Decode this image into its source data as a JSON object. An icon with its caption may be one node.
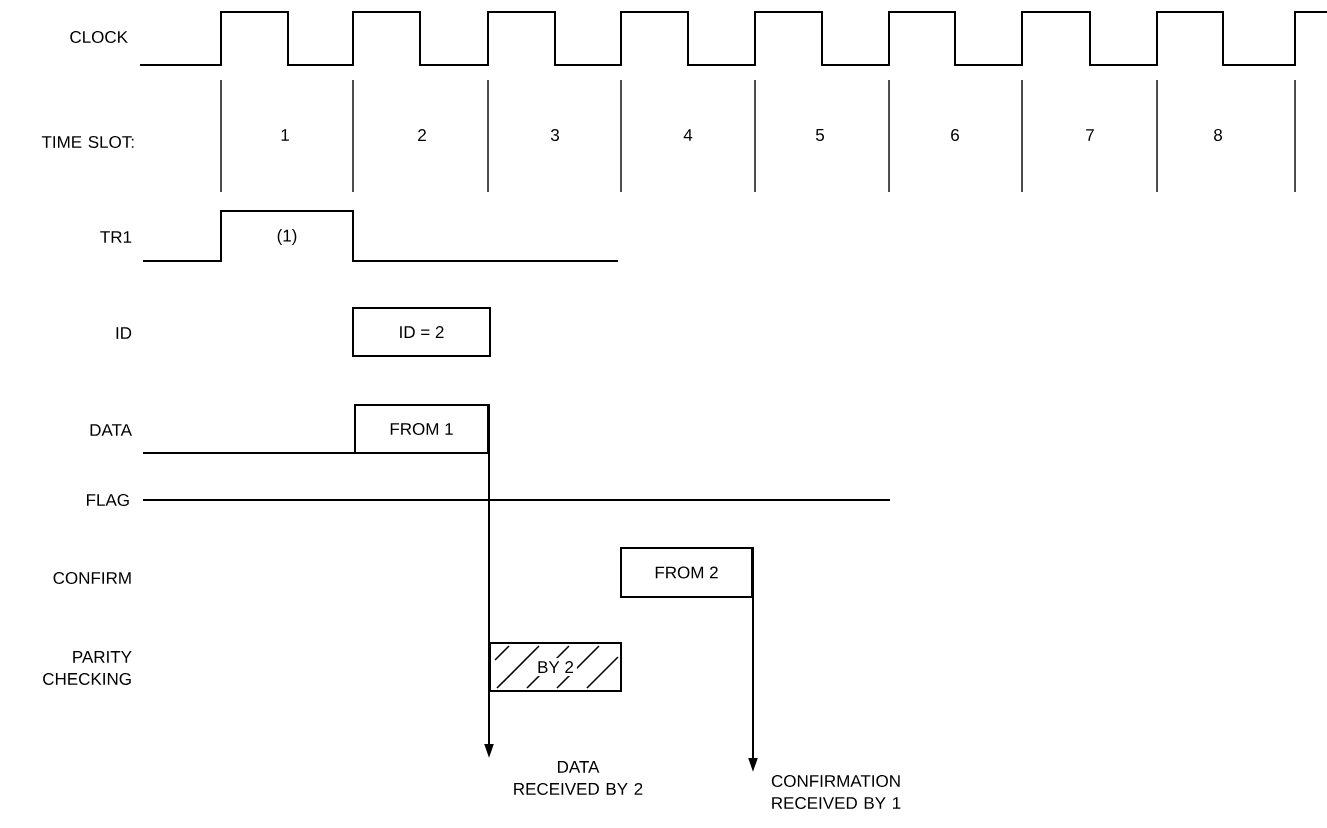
{
  "diagram": {
    "nodes": [
      {
        "text": [
          "ID = 2"
        ]
      },
      {
        "text": [
          "FROM 1"
        ]
      },
      {
        "text": [
          "FROM 2"
        ]
      },
      {
        "text": [
          "BY 2"
        ]
      },
      {
        "text": [
          "DATA RECEIVED BY 2"
        ]
      },
      {
        "text": [
          "CONFIRMATION RECEIVED BY 1"
        ]
      }
    ],
    "edges": [
      {
        "from": 1,
        "to": 4,
        "arrow": "to"
      },
      {
        "from": 2,
        "to": 5,
        "arrow": "to"
      }
    ],
    "labels": [
      "CLOCK",
      "TIME SLOT:",
      "1",
      "2",
      "3",
      "4",
      "5",
      "6",
      "7",
      "8",
      "TR1",
      "(1)",
      "ID",
      "DATA",
      "FLAG",
      "CONFIRM",
      "PARITY CHECKING"
    ]
  }
}
